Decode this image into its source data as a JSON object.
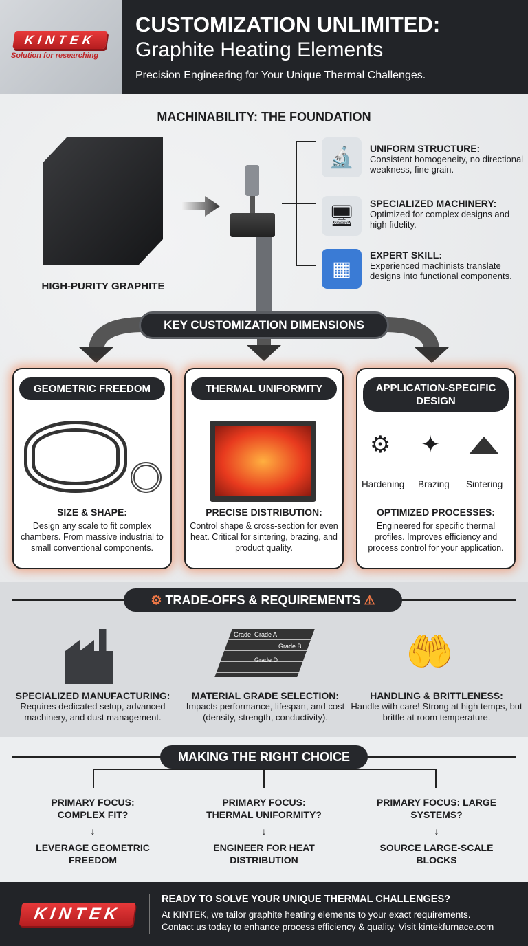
{
  "header": {
    "logo": "KINTEK",
    "tagline": "Solution for researching",
    "title_line1": "CUSTOMIZATION UNLIMITED:",
    "title_line2": "Graphite Heating Elements",
    "subtitle": "Precision Engineering for Your Unique Thermal Challenges."
  },
  "machinability": {
    "title": "MACHINABILITY: THE FOUNDATION",
    "material_label": "HIGH-PURITY GRAPHITE",
    "items": [
      {
        "icon": "microscope-icon",
        "title": "UNIFORM STRUCTURE:",
        "desc": "Consistent homogeneity, no directional weakness, fine grain."
      },
      {
        "icon": "cnc-machine-icon",
        "title": "SPECIALIZED MACHINERY:",
        "desc": "Optimized for complex designs and high fidelity."
      },
      {
        "icon": "blueprint-icon",
        "title": "EXPERT SKILL:",
        "desc": "Experienced machinists translate designs into functional components."
      }
    ]
  },
  "dimensions": {
    "title": "KEY CUSTOMIZATION DIMENSIONS",
    "cards": [
      {
        "title": "GEOMETRIC FREEDOM",
        "sub": "SIZE & SHAPE:",
        "desc": "Design any scale to fit complex chambers. From massive industrial to small conventional components."
      },
      {
        "title": "THERMAL UNIFORMITY",
        "sub": "PRECISE DISTRIBUTION:",
        "desc": "Control shape & cross-section for even heat. Critical for sintering, brazing, and product quality."
      },
      {
        "title": "APPLICATION-SPECIFIC DESIGN",
        "sub": "OPTIMIZED PROCESSES:",
        "desc": "Engineered for specific thermal profiles. Improves efficiency and process control for your application.",
        "processes": [
          "Hardening",
          "Brazing",
          "Sintering"
        ]
      }
    ]
  },
  "tradeoffs": {
    "title": "TRADE-OFFS & REQUIREMENTS",
    "items": [
      {
        "title": "SPECIALIZED MANUFACTURING:",
        "desc": "Requires dedicated setup, advanced machinery, and dust management."
      },
      {
        "title": "MATERIAL GRADE SELECTION:",
        "desc": "Impacts performance, lifespan, and cost (density, strength, conductivity).",
        "grades": [
          "Grade A",
          "Grade B",
          "Grade D",
          "Grade"
        ]
      },
      {
        "title": "HANDLING & BRITTLENESS:",
        "desc": "Handle with care! Strong at high temps, but brittle at room temperature."
      }
    ]
  },
  "choice": {
    "title": "MAKING THE RIGHT CHOICE",
    "columns": [
      {
        "focus": "PRIMARY FOCUS: COMPLEX FIT?",
        "action": "LEVERAGE GEOMETRIC FREEDOM"
      },
      {
        "focus": "PRIMARY FOCUS: THERMAL UNIFORMITY?",
        "action": "ENGINEER FOR HEAT DISTRIBUTION"
      },
      {
        "focus": "PRIMARY FOCUS: LARGE SYSTEMS?",
        "action": "SOURCE LARGE-SCALE BLOCKS"
      }
    ]
  },
  "footer": {
    "logo": "KINTEK",
    "headline": "READY TO SOLVE YOUR UNIQUE THERMAL CHALLENGES?",
    "line1": "At KINTEK, we tailor graphite heating elements to your exact requirements.",
    "line2": "Contact us today to enhance process efficiency & quality. Visit kintekfurnace.com"
  },
  "colors": {
    "brand_red": "#d42a2c",
    "dark": "#222428",
    "glow": "#f07846"
  }
}
